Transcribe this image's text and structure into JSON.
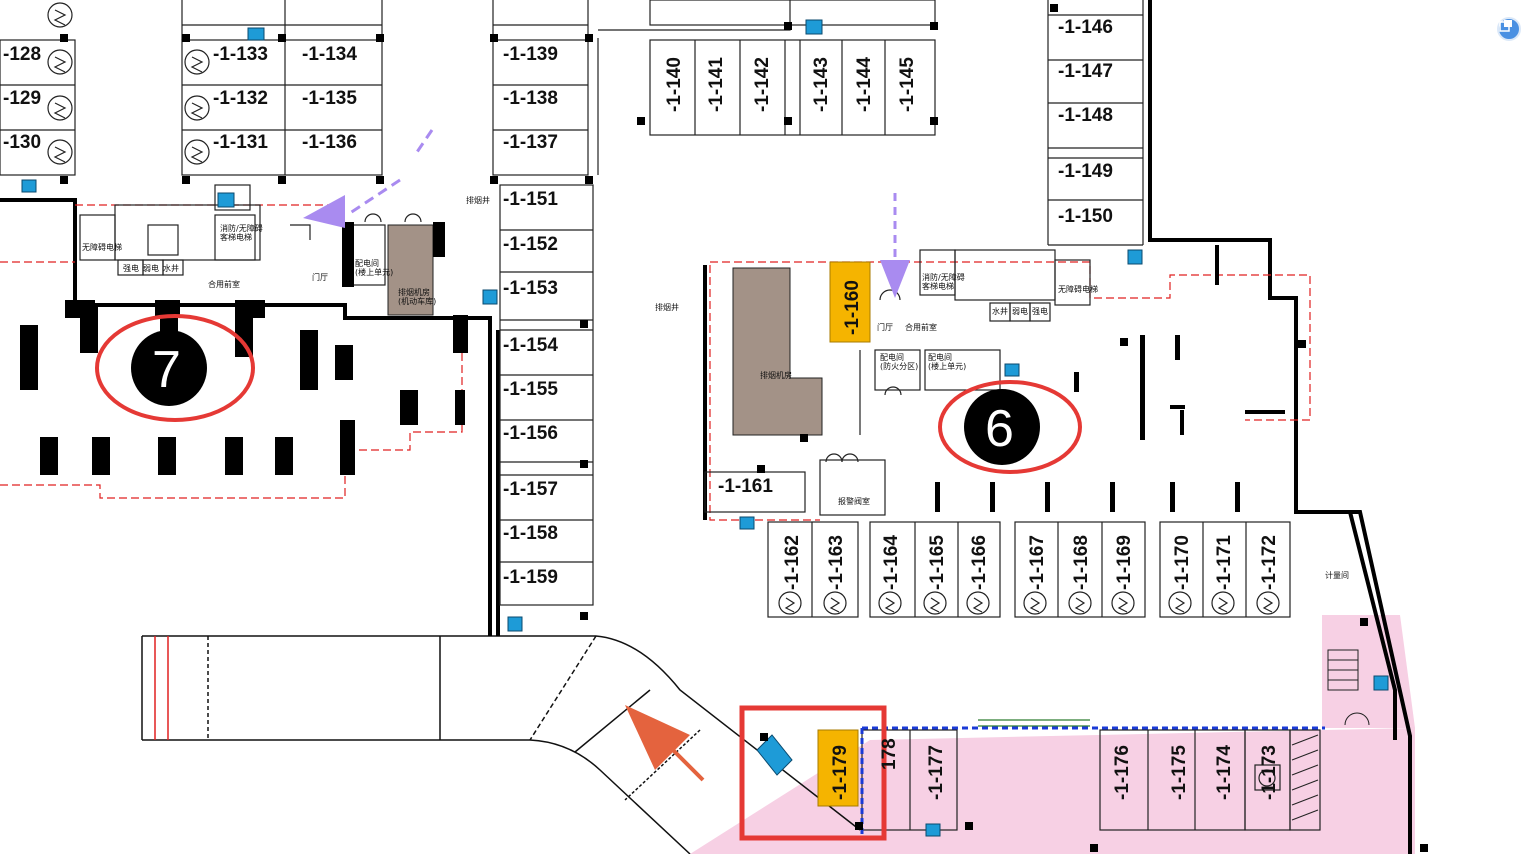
{
  "spaces_top_left": [
    {
      "id": "s128",
      "label": "-128"
    },
    {
      "id": "s129",
      "label": "-129"
    },
    {
      "id": "s130",
      "label": "-130"
    },
    {
      "id": "s133",
      "label": "-1-133"
    },
    {
      "id": "s132",
      "label": "-1-132"
    },
    {
      "id": "s131",
      "label": "-1-131"
    },
    {
      "id": "s134",
      "label": "-1-134"
    },
    {
      "id": "s135",
      "label": "-1-135"
    },
    {
      "id": "s136",
      "label": "-1-136"
    },
    {
      "id": "s139",
      "label": "-1-139"
    },
    {
      "id": "s138",
      "label": "-1-138"
    },
    {
      "id": "s137",
      "label": "-1-137"
    }
  ],
  "spaces_column_mid": [
    "-1-151",
    "-1-152",
    "-1-153",
    "-1-154",
    "-1-155",
    "-1-156",
    "-1-157",
    "-1-158",
    "-1-159"
  ],
  "spaces_column_right": [
    "-1-146",
    "-1-147",
    "-1-148",
    "-1-149",
    "-1-150"
  ],
  "spaces_top_vertical": [
    "-1-140",
    "-1-141",
    "-1-142",
    "-1-143",
    "-1-144",
    "-1-145"
  ],
  "spaces_row_bottom": [
    "-1-162",
    "-1-163",
    "-1-164",
    "-1-165",
    "-1-166",
    "-1-167",
    "-1-168",
    "-1-169",
    "-1-170",
    "-1-171",
    "-1-172"
  ],
  "spaces_row_lower": [
    "-1-176",
    "-1-175",
    "-1-174",
    "-1-173"
  ],
  "space_177": "-1-177",
  "space_178": "178",
  "space_160": "-1-160",
  "space_161": "-1-161",
  "space_179": "-1-179",
  "zones": {
    "zone_7": "7",
    "zone_6": "6"
  },
  "rooms": {
    "left_lobby": "合用前室",
    "left_door_hall": "门厅",
    "left_power": "配电间\n(楼上单元)",
    "left_machine": "排烟机房\n(机动车库)",
    "left_smoke_shaft": "排烟井",
    "left_strong": "强电",
    "left_weak": "弱电",
    "left_water": "水井",
    "left_fire_elev": "消防/无障碍\n客梯电梯",
    "left_freight": "无障碍电梯",
    "right_smoke_shaft": "排烟井",
    "right_machine": "排烟机房",
    "right_door_hall": "门厅",
    "right_lobby": "合用前室",
    "right_power_a": "配电间\n(防火分区)",
    "right_power_b": "配电间\n(楼上单元)",
    "right_alarm": "报警阀室",
    "right_meter": "计量间",
    "right_water": "水井",
    "right_weak": "弱电",
    "right_strong": "强电",
    "right_fire_elev": "消防/无障碍\n客梯电梯",
    "right_freight": "无障碍电梯"
  },
  "colors": {
    "wall": "#000000",
    "fire_line": "#e02020",
    "highlight_box": "#e53935",
    "zone_circle": "#e53935",
    "orange_space": "#f5b400",
    "machine_room": "#a39287",
    "pink_area": "#f7d0e4",
    "blue_marker": "#1e9bd7",
    "route_arrow": "#a98bf0",
    "entry_arrow": "#e4633e"
  },
  "ui": {
    "float_button_icon": "share-window-icon"
  }
}
